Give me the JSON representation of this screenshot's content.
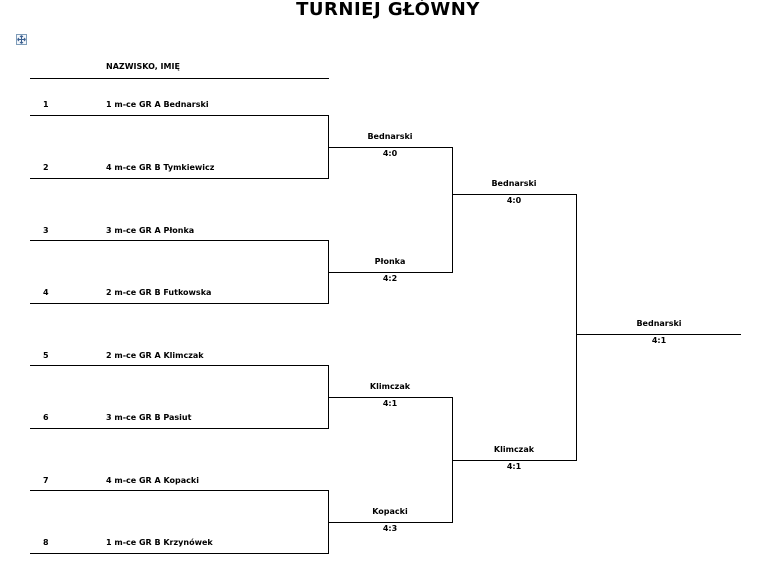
{
  "title": "TURNIEJ GŁÓWNY",
  "header": "NAZWISKO, IMIĘ",
  "entries": [
    {
      "num": "1",
      "name": "1 m-ce GR A Bednarski"
    },
    {
      "num": "2",
      "name": "4 m-ce GR B Tymkiewicz"
    },
    {
      "num": "3",
      "name": "3 m-ce GR A Płonka"
    },
    {
      "num": "4",
      "name": "2 m-ce GR B Futkowska"
    },
    {
      "num": "5",
      "name": "2 m-ce GR A Klimczak"
    },
    {
      "num": "6",
      "name": "3 m-ce GR B Pasiut"
    },
    {
      "num": "7",
      "name": "4 m-ce GR A Kopacki"
    },
    {
      "num": "8",
      "name": "1 m-ce GR B Krzynówek"
    }
  ],
  "round2": [
    {
      "winner": "Bednarski",
      "score": "4:0"
    },
    {
      "winner": "Płonka",
      "score": "4:2"
    },
    {
      "winner": "Klimczak",
      "score": "4:1"
    },
    {
      "winner": "Kopacki",
      "score": "4:3"
    }
  ],
  "semis": [
    {
      "winner": "Bednarski",
      "score": "4:0"
    },
    {
      "winner": "Klimczak",
      "score": "4:1"
    }
  ],
  "final": {
    "winner": "Bednarski",
    "score": "4:1"
  }
}
